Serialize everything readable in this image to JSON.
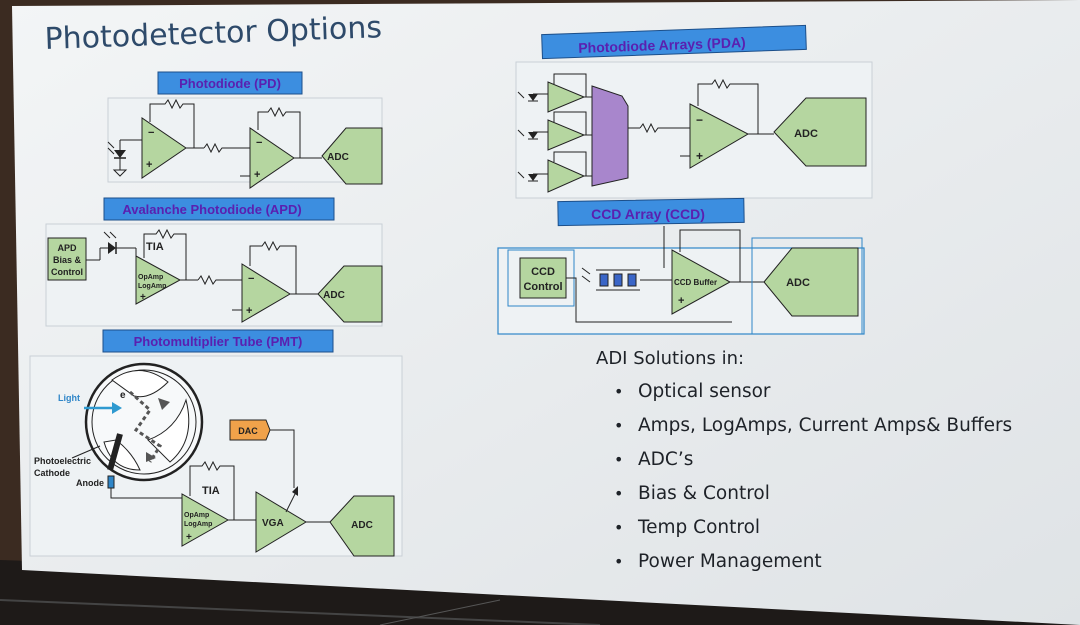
{
  "slide": {
    "title": "Photodetector Options",
    "sections": {
      "pd": "Photodiode (PD)",
      "apd": "Avalanche Photodiode (APD)",
      "pmt": "Photomultiplier Tube (PMT)",
      "pda": "Photodiode Arrays (PDA)",
      "ccd": "CCD Array (CCD)"
    },
    "labels": {
      "adc": "ADC",
      "tia": "TIA",
      "apd_bias_1": "APD",
      "apd_bias_2": "Bias &",
      "apd_bias_3": "Control",
      "opamp": "OpAmp",
      "logamp": "LogAmp",
      "light": "Light",
      "electron": "e",
      "cathode_1": "Photoelectric",
      "cathode_2": "Cathode",
      "anode": "Anode",
      "dac": "DAC",
      "vga": "VGA",
      "ccd_control_1": "CCD",
      "ccd_control_2": "Control",
      "ccd_buffer": "CCD Buffer",
      "plus": "+",
      "minus": "−"
    },
    "solutions": {
      "heading": "ADI Solutions in:",
      "items": [
        "Optical sensor",
        "Amps, LogAmps, Current Amps& Buffers",
        "ADC’s",
        "Bias & Control",
        "Temp Control",
        "Power Management"
      ]
    }
  },
  "colors": {
    "header_fill": "#3c8ee0",
    "header_text": "#5a20b0",
    "amp_fill": "#b5d6a0",
    "mux_fill": "#a886cc",
    "dac_fill": "#f0a24a",
    "slide_bg": "#eef1f3"
  }
}
